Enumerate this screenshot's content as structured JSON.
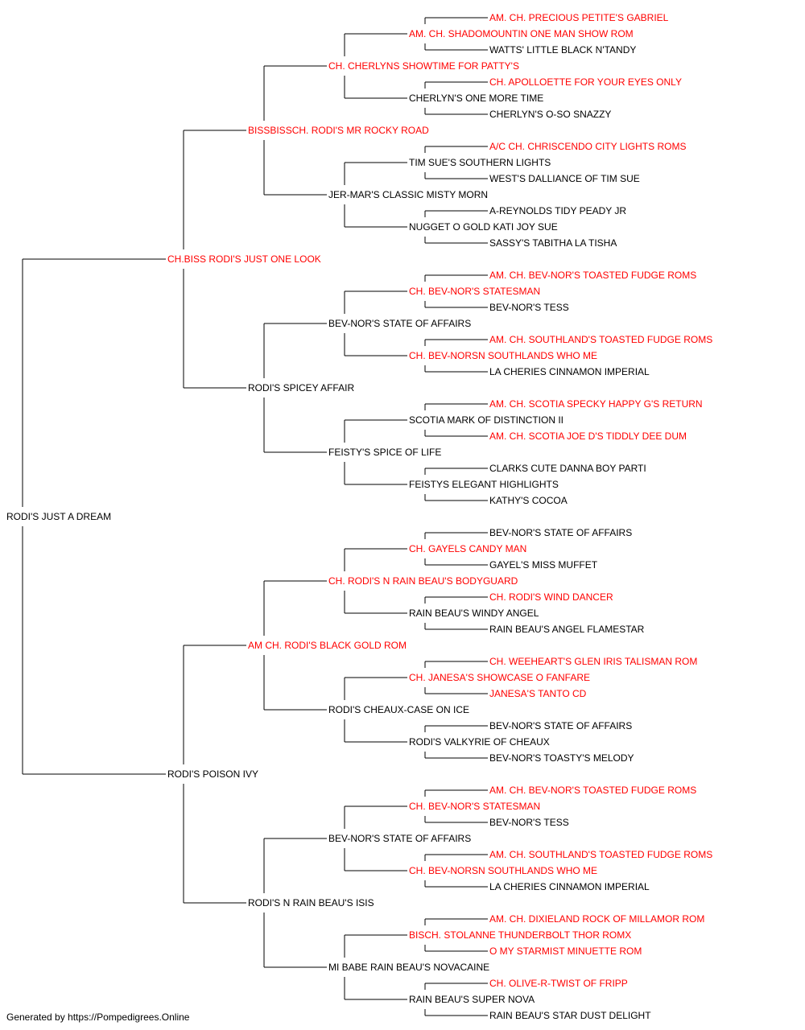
{
  "colors": {
    "champion": "#ff0000",
    "normal": "#000000",
    "line": "#000000"
  },
  "footer": "Generated by https://Pompedigrees.Online",
  "pedigree": {
    "name": "RODI'S JUST A DREAM",
    "ch": false,
    "sire": {
      "name": "CH.BISS RODI'S JUST ONE LOOK",
      "ch": true,
      "sire": {
        "name": "BISSBISSCH. RODI'S MR ROCKY ROAD",
        "ch": true,
        "sire": {
          "name": "CH. CHERLYNS SHOWTIME FOR PATTY'S",
          "ch": true,
          "sire": {
            "name": "AM. CH. SHADOMOUNTIN ONE MAN SHOW ROM",
            "ch": true,
            "sire": {
              "name": "AM. CH. PRECIOUS PETITE'S GABRIEL",
              "ch": true
            },
            "dam": {
              "name": "WATTS' LITTLE BLACK N'TANDY",
              "ch": false
            }
          },
          "dam": {
            "name": "CHERLYN'S ONE MORE TIME",
            "ch": false,
            "sire": {
              "name": "CH. APOLLOETTE FOR YOUR EYES ONLY",
              "ch": true
            },
            "dam": {
              "name": "CHERLYN'S O-SO SNAZZY",
              "ch": false
            }
          }
        },
        "dam": {
          "name": "JER-MAR'S CLASSIC MISTY MORN",
          "ch": false,
          "sire": {
            "name": "TIM SUE'S SOUTHERN LIGHTS",
            "ch": false,
            "sire": {
              "name": "A/C CH. CHRISCENDO CITY LIGHTS ROMS",
              "ch": true
            },
            "dam": {
              "name": "WEST'S DALLIANCE OF TIM SUE",
              "ch": false
            }
          },
          "dam": {
            "name": "NUGGET O GOLD KATI JOY SUE",
            "ch": false,
            "sire": {
              "name": "A-REYNOLDS TIDY PEADY JR",
              "ch": false
            },
            "dam": {
              "name": "SASSY'S TABITHA LA TISHA",
              "ch": false
            }
          }
        }
      },
      "dam": {
        "name": "RODI'S SPICEY AFFAIR",
        "ch": false,
        "sire": {
          "name": "BEV-NOR'S STATE OF AFFAIRS",
          "ch": false,
          "sire": {
            "name": "CH. BEV-NOR'S STATESMAN",
            "ch": true,
            "sire": {
              "name": "AM. CH. BEV-NOR'S TOASTED FUDGE ROMS",
              "ch": true
            },
            "dam": {
              "name": "BEV-NOR'S TESS",
              "ch": false
            }
          },
          "dam": {
            "name": "CH. BEV-NORSN SOUTHLANDS WHO ME",
            "ch": true,
            "sire": {
              "name": "AM. CH. SOUTHLAND'S TOASTED FUDGE ROMS",
              "ch": true
            },
            "dam": {
              "name": "LA CHERIES CINNAMON IMPERIAL",
              "ch": false
            }
          }
        },
        "dam": {
          "name": "FEISTY'S SPICE OF LIFE",
          "ch": false,
          "sire": {
            "name": "SCOTIA MARK OF DISTINCTION II",
            "ch": false,
            "sire": {
              "name": "AM. CH. SCOTIA SPECKY HAPPY G'S RETURN",
              "ch": true
            },
            "dam": {
              "name": "AM. CH. SCOTIA JOE D'S TIDDLY DEE DUM",
              "ch": true
            }
          },
          "dam": {
            "name": "FEISTYS ELEGANT HIGHLIGHTS",
            "ch": false,
            "sire": {
              "name": "CLARKS CUTE DANNA BOY PARTI",
              "ch": false
            },
            "dam": {
              "name": "KATHY'S COCOA",
              "ch": false
            }
          }
        }
      }
    },
    "dam": {
      "name": "RODI'S POISON IVY",
      "ch": false,
      "sire": {
        "name": "AM CH. RODI'S BLACK GOLD ROM",
        "ch": true,
        "sire": {
          "name": "CH. RODI'S N RAIN BEAU'S BODYGUARD",
          "ch": true,
          "sire": {
            "name": "CH. GAYELS CANDY MAN",
            "ch": true,
            "sire": {
              "name": "BEV-NOR'S STATE OF AFFAIRS",
              "ch": false
            },
            "dam": {
              "name": "GAYEL'S MISS MUFFET",
              "ch": false
            }
          },
          "dam": {
            "name": "RAIN BEAU'S WINDY ANGEL",
            "ch": false,
            "sire": {
              "name": "CH. RODI'S WIND DANCER",
              "ch": true
            },
            "dam": {
              "name": "RAIN BEAU'S ANGEL FLAMESTAR",
              "ch": false
            }
          }
        },
        "dam": {
          "name": "RODI'S CHEAUX-CASE ON ICE",
          "ch": false,
          "sire": {
            "name": "CH. JANESA'S SHOWCASE O FANFARE",
            "ch": true,
            "sire": {
              "name": "CH. WEEHEART'S GLEN IRIS TALISMAN ROM",
              "ch": true
            },
            "dam": {
              "name": "JANESA'S TANTO CD",
              "ch": true
            }
          },
          "dam": {
            "name": "RODI'S VALKYRIE OF CHEAUX",
            "ch": false,
            "sire": {
              "name": "BEV-NOR'S STATE OF AFFAIRS",
              "ch": false
            },
            "dam": {
              "name": "BEV-NOR'S TOASTY'S MELODY",
              "ch": false
            }
          }
        }
      },
      "dam": {
        "name": "RODI'S N RAIN BEAU'S ISIS",
        "ch": false,
        "sire": {
          "name": "BEV-NOR'S STATE OF AFFAIRS",
          "ch": false,
          "sire": {
            "name": "CH. BEV-NOR'S STATESMAN",
            "ch": true,
            "sire": {
              "name": "AM. CH. BEV-NOR'S TOASTED FUDGE ROMS",
              "ch": true
            },
            "dam": {
              "name": "BEV-NOR'S TESS",
              "ch": false
            }
          },
          "dam": {
            "name": "CH. BEV-NORSN SOUTHLANDS WHO ME",
            "ch": true,
            "sire": {
              "name": "AM. CH. SOUTHLAND'S TOASTED FUDGE ROMS",
              "ch": true
            },
            "dam": {
              "name": "LA CHERIES CINNAMON IMPERIAL",
              "ch": false
            }
          }
        },
        "dam": {
          "name": "MI BABE RAIN BEAU'S NOVACAINE",
          "ch": false,
          "sire": {
            "name": "BISCH. STOLANNE THUNDERBOLT THOR ROMX",
            "ch": true,
            "sire": {
              "name": "AM. CH. DIXIELAND ROCK OF MILLAMOR ROM",
              "ch": true
            },
            "dam": {
              "name": "O MY STARMIST MINUETTE ROM",
              "ch": true
            }
          },
          "dam": {
            "name": "RAIN BEAU'S SUPER NOVA",
            "ch": false,
            "sire": {
              "name": "CH. OLIVE-R-TWIST OF FRIPP",
              "ch": true
            },
            "dam": {
              "name": "RAIN BEAU'S STAR DUST DELIGHT",
              "ch": false
            }
          }
        }
      }
    }
  }
}
